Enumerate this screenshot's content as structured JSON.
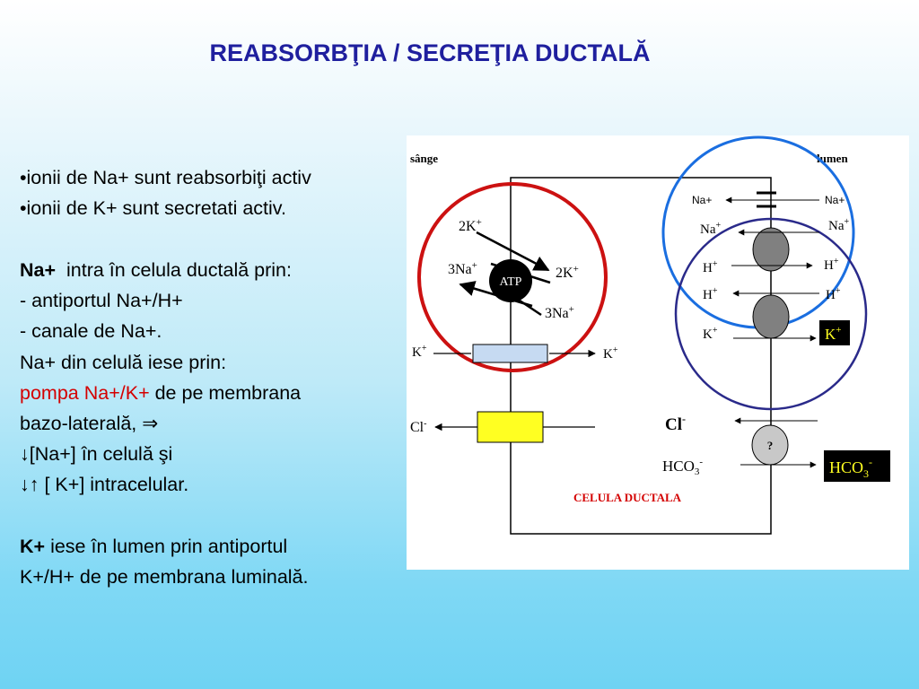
{
  "title": "REABSORBŢIA / SECREŢIA DUCTALĂ",
  "colors": {
    "title": "#1f1f9e",
    "red_text": "#d40000",
    "red_circle": "#cc1111",
    "blue_circle": "#1a6ee0",
    "navy_circle": "#2a2a8a",
    "yellow_channel": "#ffff22",
    "blue_channel": "#c6daf2"
  },
  "text_lines": {
    "l1": "•ionii de Na+ sunt reabsorbiţi activ",
    "l2": "•ionii de K+ sunt secretati activ.",
    "l3_bold": "Na+",
    "l3_rest": "intra în celula ductală prin:",
    "l4": "- antiportul Na+/H+",
    "l5": "- canale de Na+.",
    "l6": "Na+ din celulă iese prin:",
    "l7_red": "pompa Na+/K+",
    "l7_rest": " de pe membrana",
    "l8": "bazo-laterală, ⇒",
    "l9": "↓[Na+] în celulă şi",
    "l10": "↓↑ [ K+] intracelular.",
    "l11_bold": "K+",
    "l11_rest": " iese în lumen prin antiportul",
    "l12": "K+/H+ de pe membrana luminală."
  },
  "diagram": {
    "label_blood": "sânge",
    "label_lumen": "lumen",
    "pump_in_k": "2K",
    "pump_in_na": "3Na",
    "pump_out_k": "2K",
    "pump_out_na": "3Na",
    "atp": "ATP",
    "plus": "+",
    "k_left": "K",
    "k_right": "K",
    "cl_left": "Cl",
    "minus": "-",
    "channel_na_left": "Na+",
    "channel_na_right": "Na+",
    "anti1_na_left": "Na",
    "anti1_na_right": "Na",
    "anti1_h_left": "H",
    "anti1_h_right": "H",
    "anti2_h_left": "H",
    "anti2_h_right": "H",
    "anti2_k_left": "K",
    "anti2_k_right": "K",
    "cl_mid": "Cl",
    "question": "?",
    "hco3_mid": "HCO",
    "hco3_right": "HCO",
    "sub3": "3",
    "cell_label": "CELULA DUCTALA"
  }
}
